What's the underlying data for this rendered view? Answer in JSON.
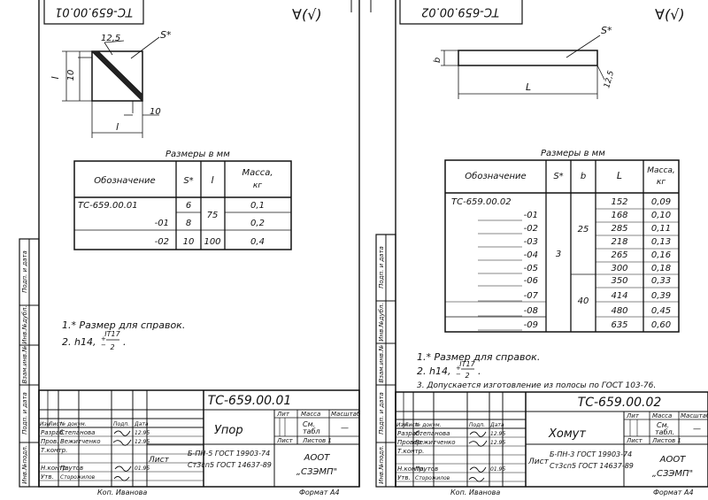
{
  "left_sheet": {
    "corner_stamp": "ТС-659.00.01",
    "roughness": "∀(√)",
    "drawing": {
      "roughness_callout": "12,5",
      "size_note": "S*",
      "dim_side_l": "l",
      "dim_ten_vertical": "10",
      "dim_ten_horizontal": "10",
      "dim_bottom_l": "l"
    },
    "sizes_caption": "Размеры в мм",
    "table": {
      "headers": {
        "designation": "Обозначение",
        "s": "S*",
        "l": "l",
        "mass": "Масса,",
        "mass_unit": "кг"
      },
      "rows": [
        {
          "designation": "ТС-659.00.01",
          "s": "6",
          "mass": "0,1"
        },
        {
          "designation": "-01",
          "s": "8",
          "mass": "0,2"
        },
        {
          "designation": "-02",
          "s": "10",
          "mass": "0,4"
        }
      ],
      "merged_l": "75",
      "last_l": "100"
    },
    "notes": {
      "note1": "1.* Размер для справок.",
      "note2_prefix": "2.  h14,",
      "tol_top": "IT17",
      "tol_bottom": "2"
    },
    "title_block": {
      "doc_number": "ТС-659.00.01",
      "part_name": "Упор",
      "material_line1": "Б-ПН-5 ГОСТ 19903-74",
      "material_line2": "Ст3сп5 ГОСТ 14637-89",
      "material_label": "Лист",
      "company_line1": "АООТ",
      "company_line2": "„СЗЭМП\"",
      "lit_label": "Лит",
      "mass_label": "Масса",
      "scale_label": "Масштаб",
      "mass_value": "См.",
      "mass_value2": "табл",
      "scale_value": "—",
      "sheet_label": "Лист",
      "sheets_label": "Листов 1",
      "col_headers": [
        "Изм",
        "Лист",
        "№ докум.",
        "Подп.",
        "Дата"
      ],
      "roles": [
        "Разраб.",
        "Пров.",
        "Т.контр.",
        "",
        "Н.контр.",
        "Утв."
      ],
      "names": [
        "Степанова",
        "Вежитченко",
        "",
        "",
        "Паутов",
        "Сторожилов"
      ],
      "dates": [
        "12.95",
        "12.95",
        "",
        "",
        "01.95",
        ""
      ],
      "copied_by": "Коп. Иванова",
      "format": "Формат А4"
    },
    "side_labels": [
      "Инв.№подл.",
      "Подп. и дата",
      "Взам.инв.№",
      "Инв.№дубл.",
      "Подп. и дата"
    ]
  },
  "right_sheet": {
    "corner_stamp": "ТС-659.00.02",
    "roughness": "∀(√)",
    "drawing": {
      "size_note": "S*",
      "dim_b": "b",
      "dim_L": "L",
      "roughness_callout": "12,5"
    },
    "sizes_caption": "Размеры в мм",
    "table": {
      "headers": {
        "designation": "Обозначение",
        "s": "S*",
        "b": "b",
        "L": "L",
        "mass": "Масса,",
        "mass_unit": "кг"
      },
      "rows": [
        {
          "designation": "ТС-659.00.02",
          "L": "152",
          "mass": "0,09"
        },
        {
          "designation": "-01",
          "L": "168",
          "mass": "0,10"
        },
        {
          "designation": "-02",
          "L": "285",
          "mass": "0,11"
        },
        {
          "designation": "-03",
          "L": "218",
          "mass": "0,13"
        },
        {
          "designation": "-04",
          "L": "265",
          "mass": "0,16"
        },
        {
          "designation": "-05",
          "L": "300",
          "mass": "0,18"
        },
        {
          "designation": "-06",
          "L": "350",
          "mass": "0,33"
        },
        {
          "designation": "-07",
          "L": "414",
          "mass": "0,39"
        },
        {
          "designation": "-08",
          "L": "480",
          "mass": "0,45"
        },
        {
          "designation": "-09",
          "L": "635",
          "mass": "0,60"
        }
      ],
      "merged_s": "3",
      "b_group1": "25",
      "b_group2": "40"
    },
    "notes": {
      "note1": "1.* Размер для справок.",
      "note2_prefix": "2.  h14,",
      "tol_top": "IT17",
      "tol_bottom": "2",
      "note3": "3.  Допускается изготовление из полосы  по  ГОСТ 103-76."
    },
    "title_block": {
      "doc_number": "ТС-659.00.02",
      "part_name": "Хомут",
      "material_line1": "Б-ПН-3 ГОСТ 19903-74",
      "material_line2": "Ст3сп5 ГОСТ 14637-89",
      "material_label": "Лист",
      "company_line1": "АООТ",
      "company_line2": "„СЗЭМП\"",
      "lit_label": "Лит",
      "mass_label": "Масса",
      "scale_label": "Масштаб",
      "mass_value": "См.",
      "mass_value2": "табл.",
      "scale_value": "—",
      "sheet_label": "Лист",
      "sheets_label": "Листов 1",
      "col_headers": [
        "Изм",
        "Лист",
        "№ докум.",
        "Подп.",
        "Дата"
      ],
      "roles": [
        "Разраб.",
        "Провер.",
        "Т.контр.",
        "",
        "Н.контр.",
        "Утв."
      ],
      "names": [
        "Степанова",
        "Вежитченко",
        "",
        "",
        "Паутов",
        "Сторожилов"
      ],
      "dates": [
        "12.95",
        "12.95",
        "",
        "",
        "01.95",
        ""
      ],
      "copied_by": "Коп. Иванова",
      "format": "Формат А4"
    },
    "side_labels": [
      "Инв.№подл.",
      "Подп. и дата",
      "Взам.инв.№",
      "Инв.№дубл.",
      "Подп. и дата"
    ]
  }
}
